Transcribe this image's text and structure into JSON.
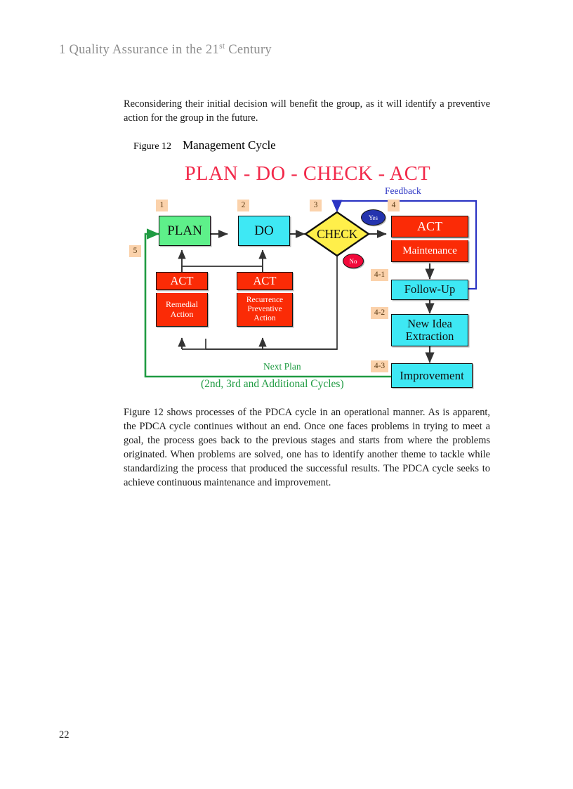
{
  "running_head": {
    "chapter_number": "1",
    "text_before": "1 Quality Assurance in the 21",
    "superscript": "st",
    "text_after": " Century"
  },
  "intro_paragraph": "Reconsidering their initial decision will benefit the group, as it will identify a preventive action for the group in the future.",
  "figure_caption": {
    "label": "Figure 12",
    "title": "Management Cycle"
  },
  "closing_paragraph": "Figure 12 shows processes of the PDCA cycle in an operational manner.   As is apparent, the PDCA cycle continues without an end.   Once one faces problems in trying to meet a goal, the process goes back to the previous stages and starts from where the problems originated.   When problems are solved, one has to identify another theme to tackle while standardizing the process that produced the successful results.   The PDCA cycle seeks to achieve continuous maintenance and improvement.",
  "page_number": "22",
  "diagram": {
    "title": "PLAN - DO - CHECK - ACT",
    "colors": {
      "title": "#f2294a",
      "green_node": "#5ef08a",
      "cyan_node": "#3ee8f4",
      "red_node": "#fb2b06",
      "diamond": "#ffef4a",
      "badge": "#fbd2ab",
      "feedback_line": "#2b34c4",
      "next_plan_line": "#1f9b42",
      "wire": "#333333"
    },
    "nodes": {
      "plan": "PLAN",
      "do": "DO",
      "check": "CHECK",
      "act_main": "ACT",
      "maintenance": "Maintenance",
      "follow_up": "Follow-Up",
      "new_idea": "New Idea\nExtraction",
      "new_idea_line1": "New Idea",
      "new_idea_line2": "Extraction",
      "improvement": "Improvement",
      "act_remedial_title": "ACT",
      "act_remedial_body_line1": "Remedial",
      "act_remedial_body_line2": "Action",
      "act_recurrence_title": "ACT",
      "act_recurrence_body_line1": "Recurrence",
      "act_recurrence_body_line2": "Preventive",
      "act_recurrence_body_line3": "Action"
    },
    "decisions": {
      "yes": "Yes",
      "no": "No"
    },
    "badges": {
      "b1": "1",
      "b2": "2",
      "b3": "3",
      "b4": "4",
      "b5": "5",
      "b41": "4-1",
      "b42": "4-2",
      "b43": "4-3"
    },
    "annotations": {
      "feedback": "Feedback",
      "next_plan": "Next Plan",
      "cycles": "(2nd, 3rd and Additional Cycles)"
    }
  }
}
